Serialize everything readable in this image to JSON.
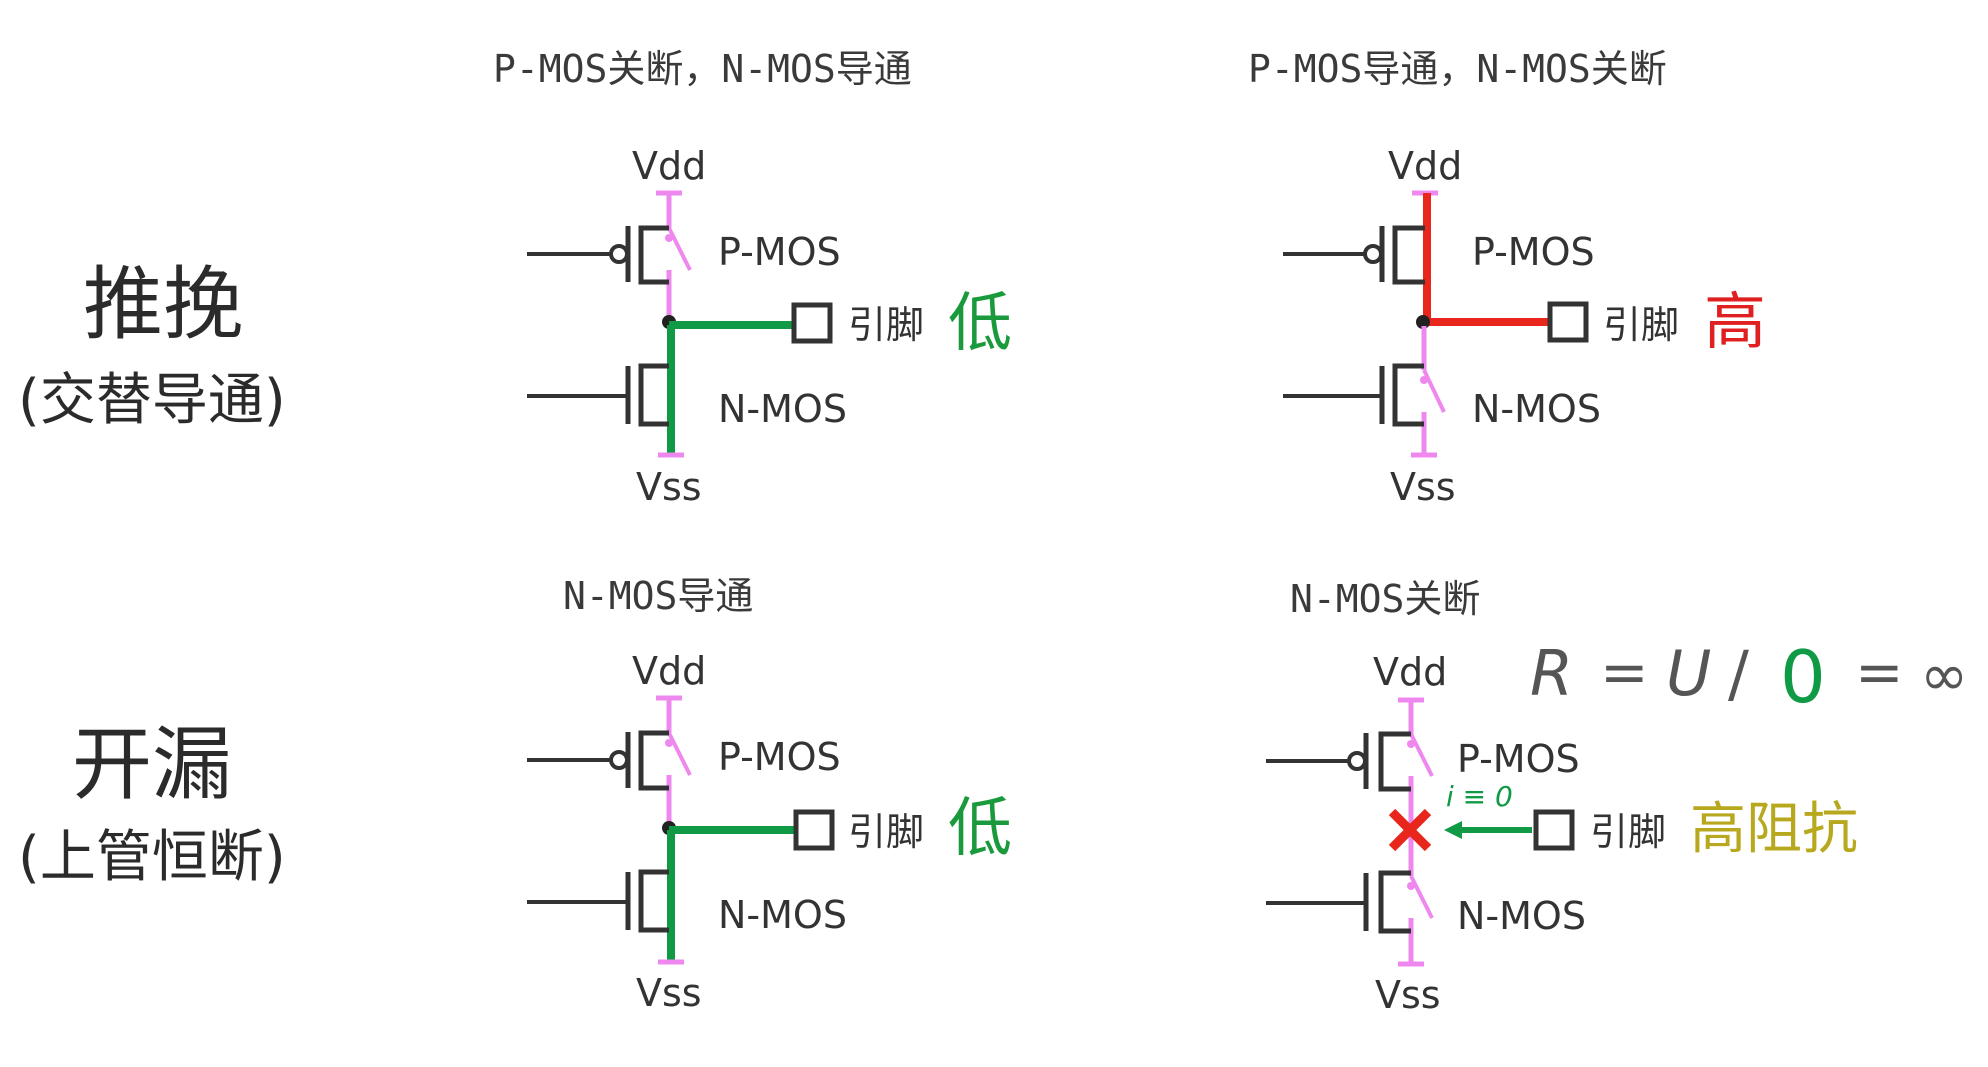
{
  "modes": [
    {
      "title": "推挽",
      "subtitle": "(交替导通)"
    },
    {
      "title": "开漏",
      "subtitle": "(上管恒断)"
    }
  ],
  "panels": [
    {
      "caption": "P-MOS关断，N-MOS导通",
      "vdd": "Vdd",
      "vss": "Vss",
      "pmos": "P-MOS",
      "nmos": "N-MOS",
      "pin": "引脚",
      "state": "低",
      "state_color": "#1a9a3c"
    },
    {
      "caption": "P-MOS导通，N-MOS关断",
      "vdd": "Vdd",
      "vss": "Vss",
      "pmos": "P-MOS",
      "nmos": "N-MOS",
      "pin": "引脚",
      "state": "高",
      "state_color": "#e02020"
    },
    {
      "caption": "N-MOS导通",
      "vdd": "Vdd",
      "vss": "Vss",
      "pmos": "P-MOS",
      "nmos": "N-MOS",
      "pin": "引脚",
      "state": "低",
      "state_color": "#1a9a3c"
    },
    {
      "caption": "N-MOS关断",
      "vdd": "Vdd",
      "vss": "Vss",
      "pmos": "P-MOS",
      "nmos": "N-MOS",
      "pin": "引脚",
      "state": "高阻抗",
      "state_color": "#b8a81e"
    }
  ],
  "formula": {
    "r": "R",
    "eq1": "=",
    "u": "U",
    "slash": "/",
    "zero": "0",
    "eq2": "=",
    "inf": "∞"
  },
  "current_label": "i ≡ 0",
  "colors": {
    "green": "#119a45",
    "red": "#e8261c",
    "pink": "#ee88ee",
    "dark": "#333333",
    "formula": "#555555"
  }
}
